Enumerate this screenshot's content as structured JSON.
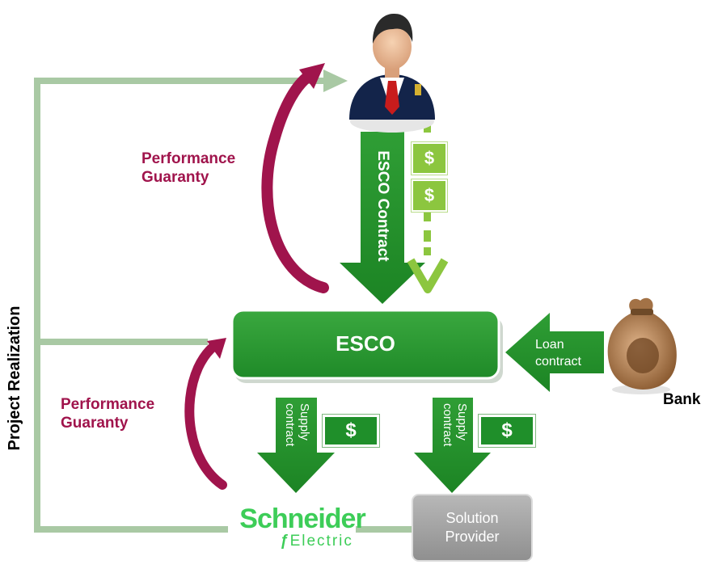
{
  "colors": {
    "green_dark": "#1f8f2a",
    "green_main": "#2e9e36",
    "green_light": "#8cc63f",
    "line_green": "#a9c9a4",
    "maroon": "#a0144c",
    "gray_box": "#a6a6a6"
  },
  "labels": {
    "project_realization": "Project Realization",
    "performance_guaranty_top": [
      "Performance",
      "Guaranty"
    ],
    "performance_guaranty_bottom": [
      "Performance",
      "Guaranty"
    ],
    "esco": "ESCO",
    "esco_contract": "ESCO Contract",
    "loan_contract": [
      "Loan",
      "contract"
    ],
    "bank": "Bank",
    "supply_contract": [
      "Supply",
      "contract"
    ],
    "dollar": "$",
    "solution_provider": [
      "Solution",
      "Provider"
    ],
    "schneider": "Schneider",
    "electric": "Electric"
  },
  "icons": [
    "client-person-icon",
    "money-bag-icon"
  ]
}
